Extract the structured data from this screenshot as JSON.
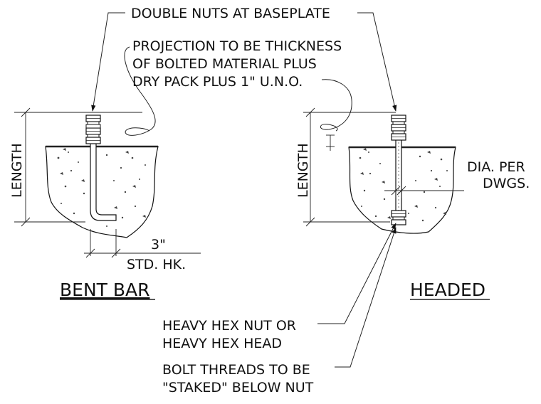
{
  "labels": {
    "double_nuts": "DOUBLE NUTS AT BASEPLATE",
    "projection_line1": "PROJECTION TO BE THICKNESS",
    "projection_line2": "OF BOLTED MATERIAL PLUS",
    "projection_line3": "DRY PACK PLUS 1\" U.N.O.",
    "length_left": "LENGTH",
    "length_right": "LENGTH",
    "hook_dim": "3\"",
    "std_hook": "STD. HK.",
    "dia_line1": "DIA. PER",
    "dia_line2": "DWGS.",
    "bent_bar_title": "BENT BAR",
    "headed_title": "HEADED",
    "hex_line1": "HEAVY HEX NUT OR",
    "hex_line2": "HEAVY HEX HEAD",
    "threads_line1": "BOLT THREADS TO BE",
    "threads_line2": "\"STAKED\" BELOW NUT"
  }
}
